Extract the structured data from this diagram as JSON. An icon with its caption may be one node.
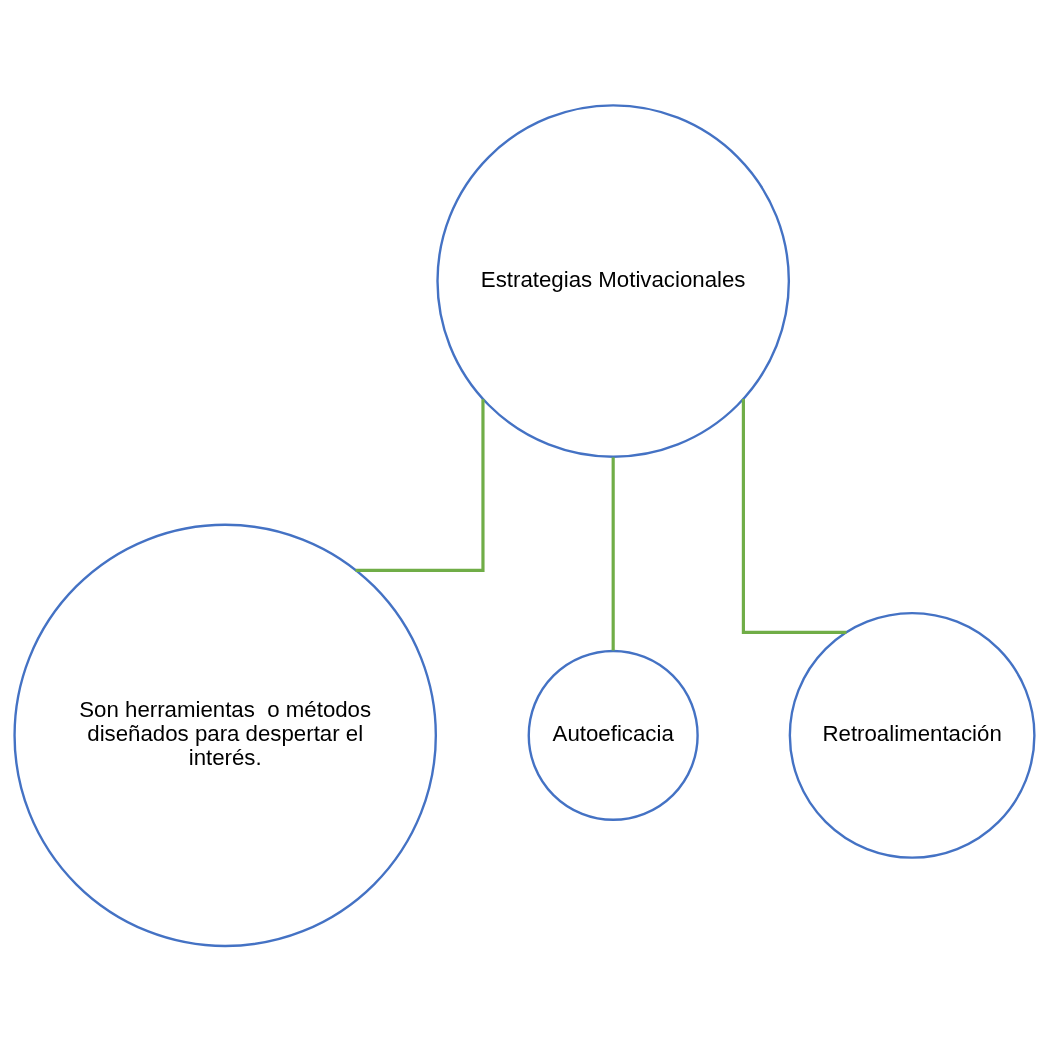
{
  "diagram": {
    "nodes": [
      {
        "text": [
          "Estrategias Motivacionales"
        ]
      },
      {
        "text": [
          "Son herramientas  o métodos diseñados para despertar el interés."
        ]
      },
      {
        "text": [
          "Autoeficacia"
        ]
      },
      {
        "text": [
          "Retroalimentación"
        ]
      }
    ],
    "edges": [
      {
        "from": 0,
        "to": 1,
        "arrow": "none"
      },
      {
        "from": 0,
        "to": 2,
        "arrow": "none"
      },
      {
        "from": 0,
        "to": 3,
        "arrow": "none"
      }
    ]
  }
}
